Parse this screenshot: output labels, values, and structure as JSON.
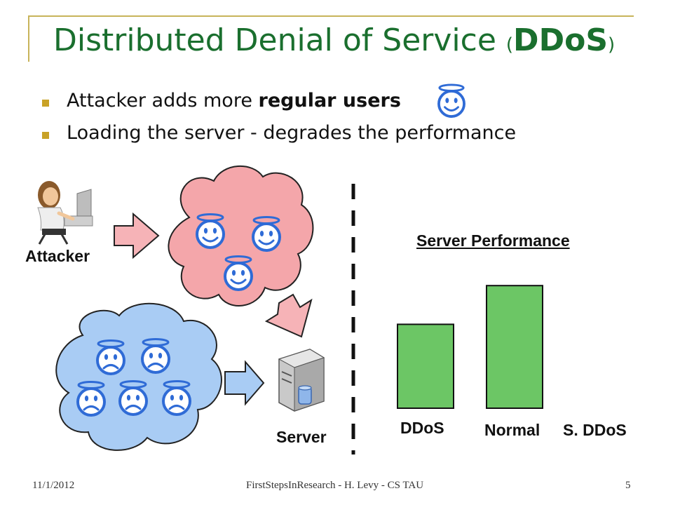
{
  "title": {
    "main": "Distributed Denial of Service ",
    "open": "(",
    "abbr": "DDoS",
    "close": ")"
  },
  "bullets": [
    {
      "before": "Attacker adds more ",
      "bold": "regular users"
    },
    {
      "before": "Loading the server - degrades the performance"
    }
  ],
  "labels": {
    "attacker": "Attacker",
    "server": "Server"
  },
  "chart_data": {
    "type": "bar",
    "title": "Server Performance",
    "categories": [
      "DDoS",
      "Normal",
      "S. DDoS"
    ],
    "values": [
      1.3,
      1.9,
      null
    ],
    "bar_color": "#6cc665"
  },
  "footer": {
    "date": "11/1/2012",
    "center": "FirstStepsInResearch - H. Levy - CS TAU",
    "page": "5"
  },
  "colors": {
    "title": "#1a6f2e",
    "bullet": "#c9a227",
    "pink_cloud": "#f4a6aa",
    "blue_cloud": "#a9ccf4",
    "face": "#2f6bd6",
    "arrow": "#f6b3b7"
  }
}
